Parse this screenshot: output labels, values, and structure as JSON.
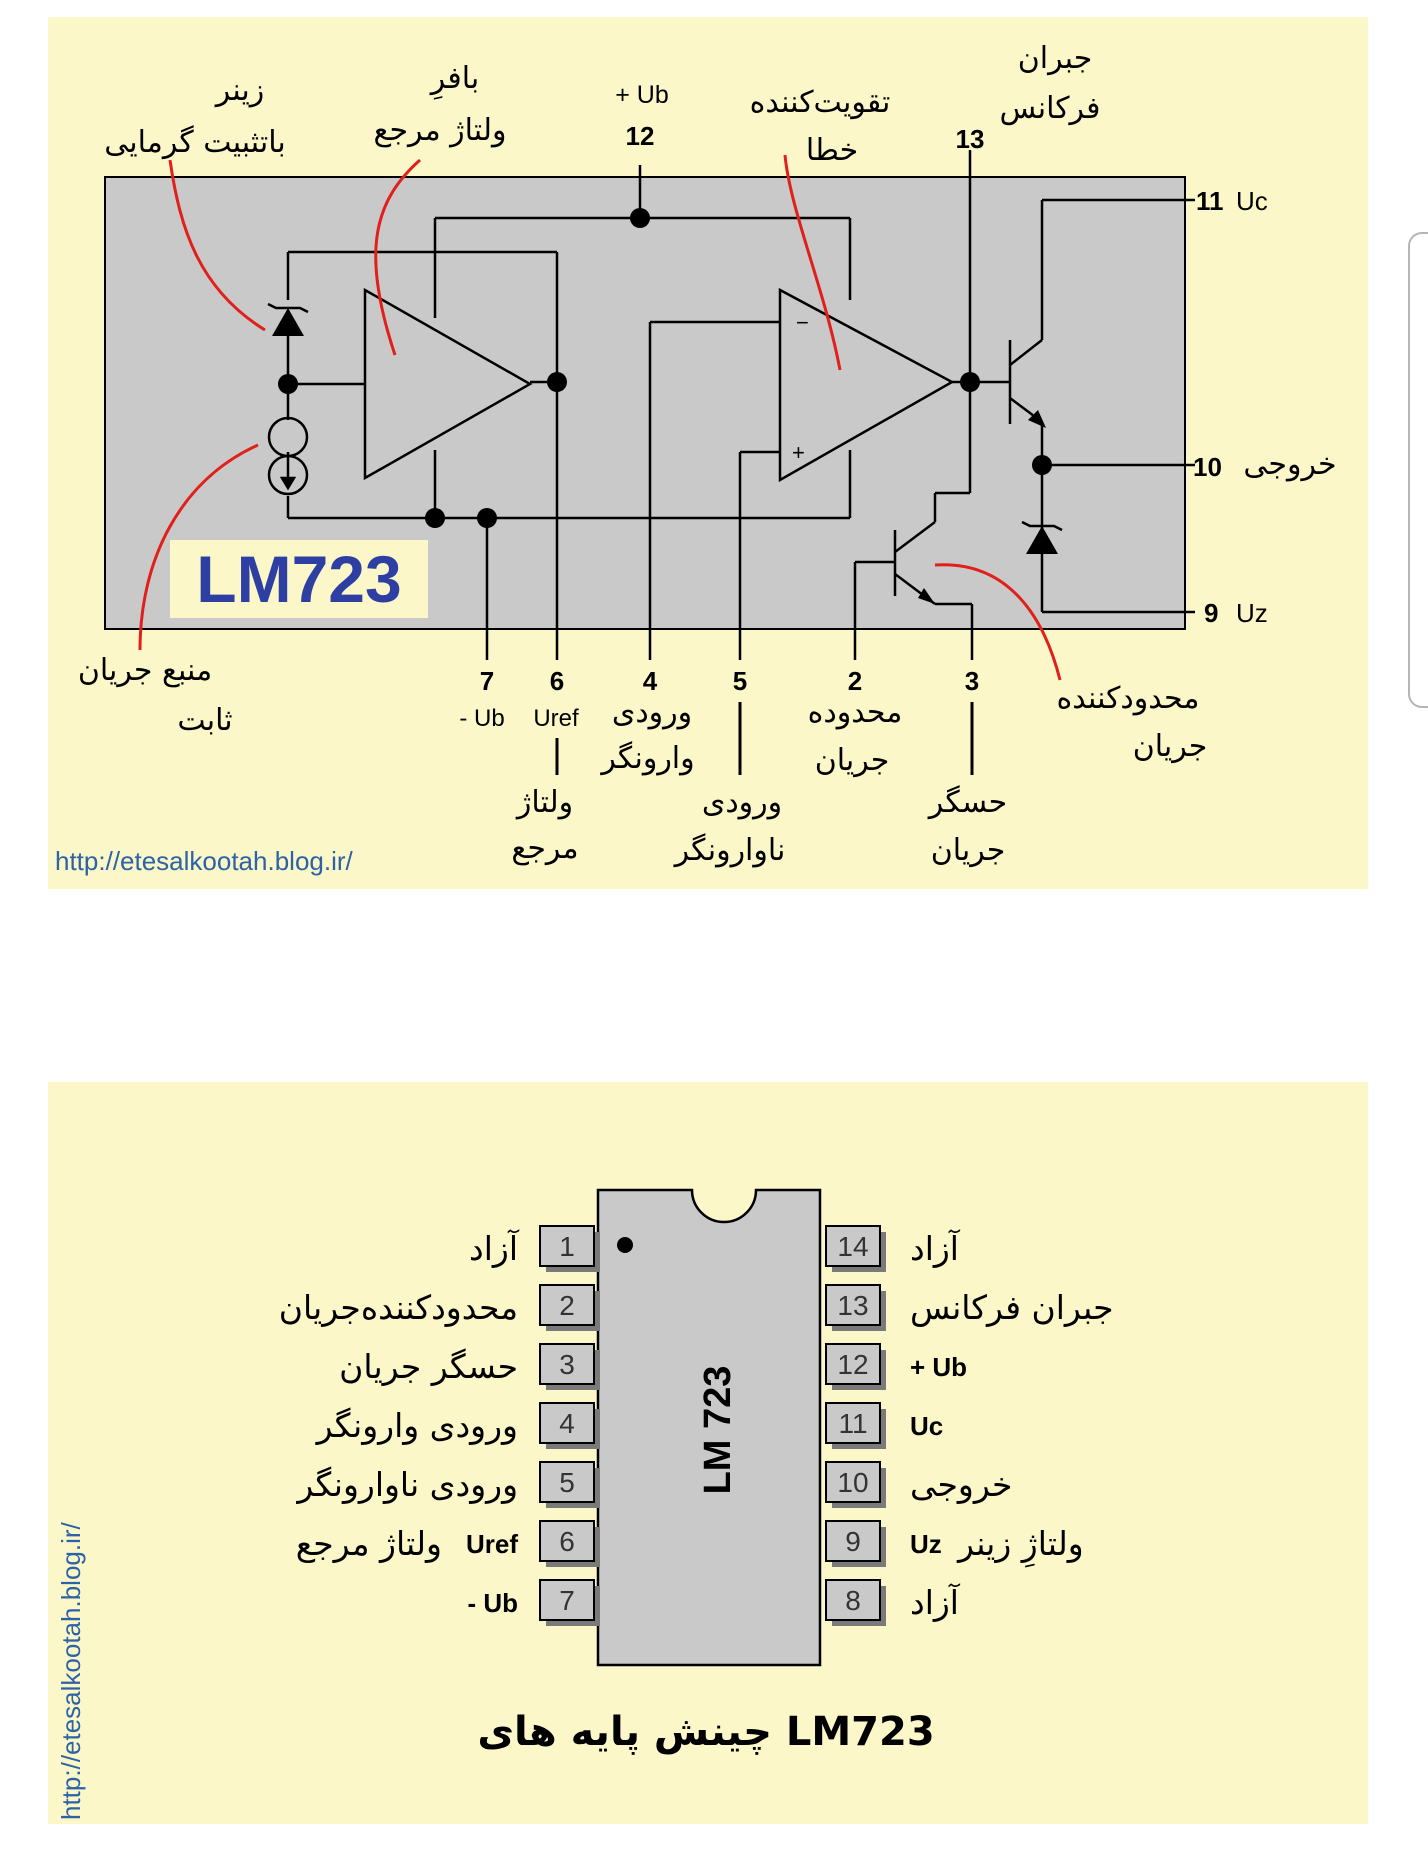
{
  "block_diagram": {
    "chip_label": "LM723",
    "url": "http://etesalkootah.blog.ir/",
    "top_labels": {
      "zener_l1": "زینر",
      "zener_l2": "باتثبیت گرمایی",
      "buffer_l1": "بافرِ",
      "buffer_l2": "ولتاژ مرجع",
      "plus_ub": "+ Ub",
      "pin12": "12",
      "erramp_l1": "تقویت‌کننده",
      "erramp_l2": "خطا",
      "pin13": "13",
      "freq_l1": "جبران",
      "freq_l2": "فرکانس"
    },
    "right_labels": {
      "pin11": "11",
      "uc": "Uc",
      "output": "خروجی",
      "pin10": "10",
      "pin9": "9",
      "uz": "Uz"
    },
    "bottom_labels": {
      "cs_l1": "منبع جریان",
      "cs_l2": "ثابت",
      "pin7": "7",
      "minus_ub": "- Ub",
      "pin6": "6",
      "uref": "Uref",
      "vref_l1": "ولتاژ",
      "vref_l2": "مرجع",
      "pin4": "4",
      "inv_l1": "ورودی",
      "inv_l2": "وارونگر",
      "pin5": "5",
      "ninv_l1": "ورودی",
      "ninv_l2": "ناوارونگر",
      "pin2": "2",
      "cl_l1": "محدوده",
      "cl_l2": "جریان",
      "pin3": "3",
      "cs2_l1": "حسگر",
      "cs2_l2": "جریان",
      "limiter_l1": "محدودکننده",
      "limiter_l2": "جریان"
    },
    "opamp_minus": "−",
    "opamp_plus": "+"
  },
  "pinout": {
    "chip_label": "LM 723",
    "url": "http://etesalkootah.blog.ir/",
    "title": "چینش پایه های LM723",
    "left_pins": [
      {
        "num": "1",
        "label": "آزاد",
        "sym": ""
      },
      {
        "num": "2",
        "label": "محدودکننده‌جریان",
        "sym": ""
      },
      {
        "num": "3",
        "label": "حسگر جریان",
        "sym": ""
      },
      {
        "num": "4",
        "label": "ورودی وارونگر",
        "sym": ""
      },
      {
        "num": "5",
        "label": "ورودی ناوارونگر",
        "sym": ""
      },
      {
        "num": "6",
        "label": "ولتاژ مرجع",
        "sym": "Uref"
      },
      {
        "num": "7",
        "label": "",
        "sym": "- Ub"
      }
    ],
    "right_pins": [
      {
        "num": "14",
        "label": "آزاد",
        "sym": ""
      },
      {
        "num": "13",
        "label": "جبران فرکانس",
        "sym": ""
      },
      {
        "num": "12",
        "label": "",
        "sym": "+ Ub"
      },
      {
        "num": "11",
        "label": "",
        "sym": "Uc"
      },
      {
        "num": "10",
        "label": "خروجی",
        "sym": ""
      },
      {
        "num": "9",
        "label": "ولتاژِ زینر",
        "sym": "Uz"
      },
      {
        "num": "8",
        "label": "آزاد",
        "sym": ""
      }
    ]
  },
  "colors": {
    "panel_bg": "#fcf7c9",
    "chip_bg": "#c9c9c9",
    "wire": "#000000",
    "annotation": "#e0201a",
    "chip_label": "#2e3fa4",
    "url": "#2b63a6"
  }
}
